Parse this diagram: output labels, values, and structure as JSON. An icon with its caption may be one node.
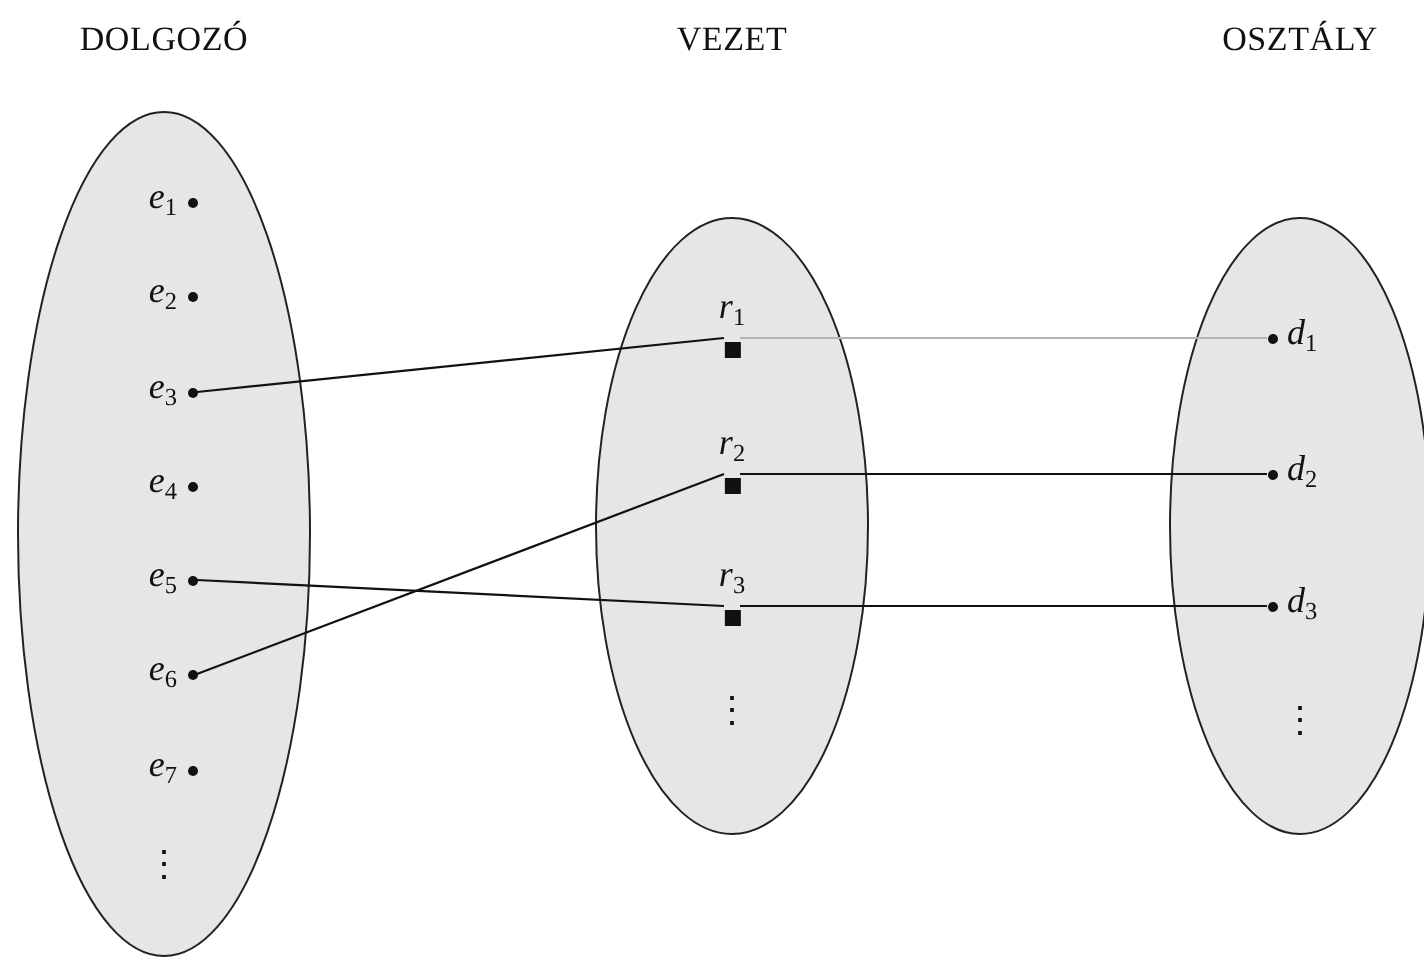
{
  "diagram": {
    "nodes": [
      {
        "text": [
          "DOLGOZÓ"
        ]
      },
      {
        "text": [
          "e$_{1}$"
        ],
        "in": 0
      },
      {
        "text": [
          "e$_{2}$"
        ],
        "in": 0
      },
      {
        "text": [
          "e$_{3}$"
        ],
        "in": 0
      },
      {
        "text": [
          "e$_{4}$"
        ],
        "in": 0
      },
      {
        "text": [
          "e$_{5}$"
        ],
        "in": 0
      },
      {
        "text": [
          "e$_{6}$"
        ],
        "in": 0
      },
      {
        "text": [
          "e$_{7}$"
        ],
        "in": 0
      },
      {
        "text": [
          "VEZET"
        ]
      },
      {
        "text": [
          "r$_{1}$"
        ],
        "in": 8
      },
      {
        "text": [
          "r$_{2}$"
        ],
        "in": 8
      },
      {
        "text": [
          "r$_{3}$"
        ],
        "in": 8
      },
      {
        "text": [
          "OSZTÁLY"
        ]
      },
      {
        "text": [
          "d$_{1}$"
        ],
        "in": 12
      },
      {
        "text": [
          "d$_{2}$"
        ],
        "in": 12
      },
      {
        "text": [
          "d$_{3}$"
        ],
        "in": 12
      }
    ],
    "edges": [
      {
        "from": 3,
        "to": 9,
        "arrow": "none"
      },
      {
        "from": 5,
        "to": 11,
        "arrow": "none"
      },
      {
        "from": 6,
        "to": 10,
        "arrow": "none"
      },
      {
        "from": 9,
        "to": 13,
        "arrow": "none",
        "color": "#b4b4b4"
      },
      {
        "from": 10,
        "to": 14,
        "arrow": "none"
      },
      {
        "from": 11,
        "to": 15,
        "arrow": "none"
      }
    ],
    "labels": [
      "⋮",
      "⋮",
      "⋮"
    ]
  }
}
